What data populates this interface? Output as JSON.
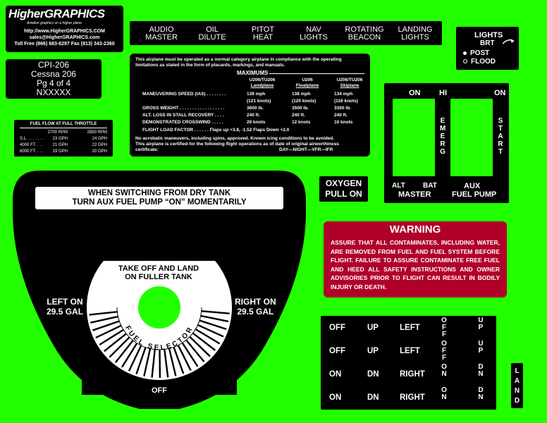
{
  "logo": {
    "brand": "HigherGRAPHICS",
    "tagline": "Aviation graphics on a higher plane",
    "url": "http://www.HigherGRAPHICS.COM",
    "email": "sales@HigherGRAPHICS.com",
    "phone": "Toll Free (866) 683-6297 Fax (813) 343-2360"
  },
  "product": {
    "line1": "CPI-206",
    "line2": "Cessna 206",
    "line3": "Pg 4 of 4",
    "line4": "NXXXXX"
  },
  "switch_labels": [
    {
      "l1": "AUDIO",
      "l2": "MASTER"
    },
    {
      "l1": "OIL",
      "l2": "DILUTE"
    },
    {
      "l1": "PITOT",
      "l2": "HEAT"
    },
    {
      "l1": "NAV",
      "l2": "LIGHTS"
    },
    {
      "l1": "ROTATING",
      "l2": "BEACON"
    },
    {
      "l1": "LANDING",
      "l2": "LIGHTS"
    }
  ],
  "lights_panel": {
    "title": "LIGHTS",
    "brt": "BRT",
    "post": "POST",
    "flood": "FLOOD"
  },
  "limitations": {
    "intro": "This airplane must be operated as a normal category airplane in compliance with the operating limitations as stated in the form of placards, markings, and manuals.",
    "maximums": "MAXIMUMS",
    "headers": [
      {
        "l1": "U206/TU206",
        "l2": "Landplane"
      },
      {
        "l1": "U206",
        "l2": "Floatplane"
      },
      {
        "l1": "U206/TU206",
        "l2": "Skiplane"
      }
    ],
    "rows": [
      {
        "label": "MANEUVERING SPEED (IAS) . . . . . . . .",
        "v1": "139 mph",
        "v2": "138 mph",
        "v3": "134 mph"
      },
      {
        "label": "",
        "v1": "(121 knots)",
        "v2": "(120 knots)",
        "v3": "(116 knots)"
      },
      {
        "label": "GROSS WEIGHT . . . . . . . . . . . . . . . . . .",
        "v1": "3600 lb.",
        "v2": "3500 lb.",
        "v3": "3300 lb."
      },
      {
        "label": "ALT. LOSS IN STALL RECOVERY . . . .",
        "v1": "240 ft.",
        "v2": "240 ft.",
        "v3": "240 ft."
      },
      {
        "label": "DEMONSTRATED CROSSWIND . . . . .",
        "v1": "20 knots",
        "v2": "12 knots",
        "v3": "10 knots"
      }
    ],
    "load_factor": "FLIGHT LOAD FACTOR . . . . . . Flaps up +3.8, -1.52  Flaps Down +2.0",
    "footer1": "No acrobatic maneuvers, including spins, approved.  Known icing conditions to be avoided.",
    "footer2": "This airplane is certified for the following flight operations as of date of original airworthiness",
    "footer3a": "certificate:",
    "footer3b": "DAY—NIGHT—VFR—IFR"
  },
  "fuel_flow": {
    "title": "FUEL FLOW AT FULL THROTTLE",
    "rows": [
      {
        "alt": "",
        "r1": "2700 RPM",
        "r2": "2850 RPM"
      },
      {
        "alt": "S.L. . . . . . . .",
        "r1": "23 GPH",
        "r2": "24 GPH"
      },
      {
        "alt": "4000 FT. . . .",
        "r1": "21 GPH",
        "r2": "22 GPH"
      },
      {
        "alt": "8000 FT. . . .",
        "r1": "19 GPH",
        "r2": "20 GPH"
      }
    ]
  },
  "master_panel": {
    "on_left": "ON",
    "hi": "HI",
    "on_right": "ON",
    "emerg": [
      "E",
      "M",
      "E",
      "R",
      "G"
    ],
    "start": [
      "S",
      "T",
      "A",
      "R",
      "T"
    ],
    "alt": "ALT",
    "bat": "BAT",
    "master": "MASTER",
    "aux": "AUX",
    "fuel_pump": "FUEL PUMP"
  },
  "oxygen": {
    "l1": "OXYGEN",
    "l2": "PULL ON"
  },
  "fuel_selector": {
    "notice_l1": "WHEN SWITCHING FROM DRY TANK",
    "notice_l2": "TURN AUX FUEL PUMP “ON” MOMENTARILY",
    "takeoff_l1": "TAKE OFF AND LAND",
    "takeoff_l2": "ON FULLER TANK",
    "left_l1": "LEFT ON",
    "left_l2": "29.5 GAL",
    "right_l1": "RIGHT ON",
    "right_l2": "29.5 GAL",
    "arc_text": "FUEL SELECTOR",
    "off": "OFF"
  },
  "warning": {
    "title": "WARNING",
    "text": "ASSURE THAT ALL CONTAMINATES, INCLUDING WATER, ARE REMOVED FROM FUEL AND FUEL SYSTEM BEFORE FLIGHT. FAILURE TO ASSURE CONTAMINATE FREE FUEL AND HEED ALL SAFETY INSTRUCTIONS AND OWNER ADVISORIES PRIOR TO FLIGHT CAN RESULT IN BODILY INJURY OR DEATH.",
    "color": "#b0002a"
  },
  "switch_grid": {
    "rows": [
      {
        "a": "OFF",
        "b": "UP",
        "c": "LEFT",
        "d": "OFF",
        "e": "UP"
      },
      {
        "a": "OFF",
        "b": "UP",
        "c": "LEFT",
        "d": "OFF",
        "e": "UP"
      },
      {
        "a": "ON",
        "b": "DN",
        "c": "RIGHT",
        "d": "ON",
        "e": "DN"
      },
      {
        "a": "ON",
        "b": "DN",
        "c": "RIGHT",
        "d": "ON",
        "e": "DN"
      }
    ]
  },
  "land": "LAND",
  "colors": {
    "background": "#22ff00",
    "panel": "#000000",
    "warning": "#b0002a"
  }
}
